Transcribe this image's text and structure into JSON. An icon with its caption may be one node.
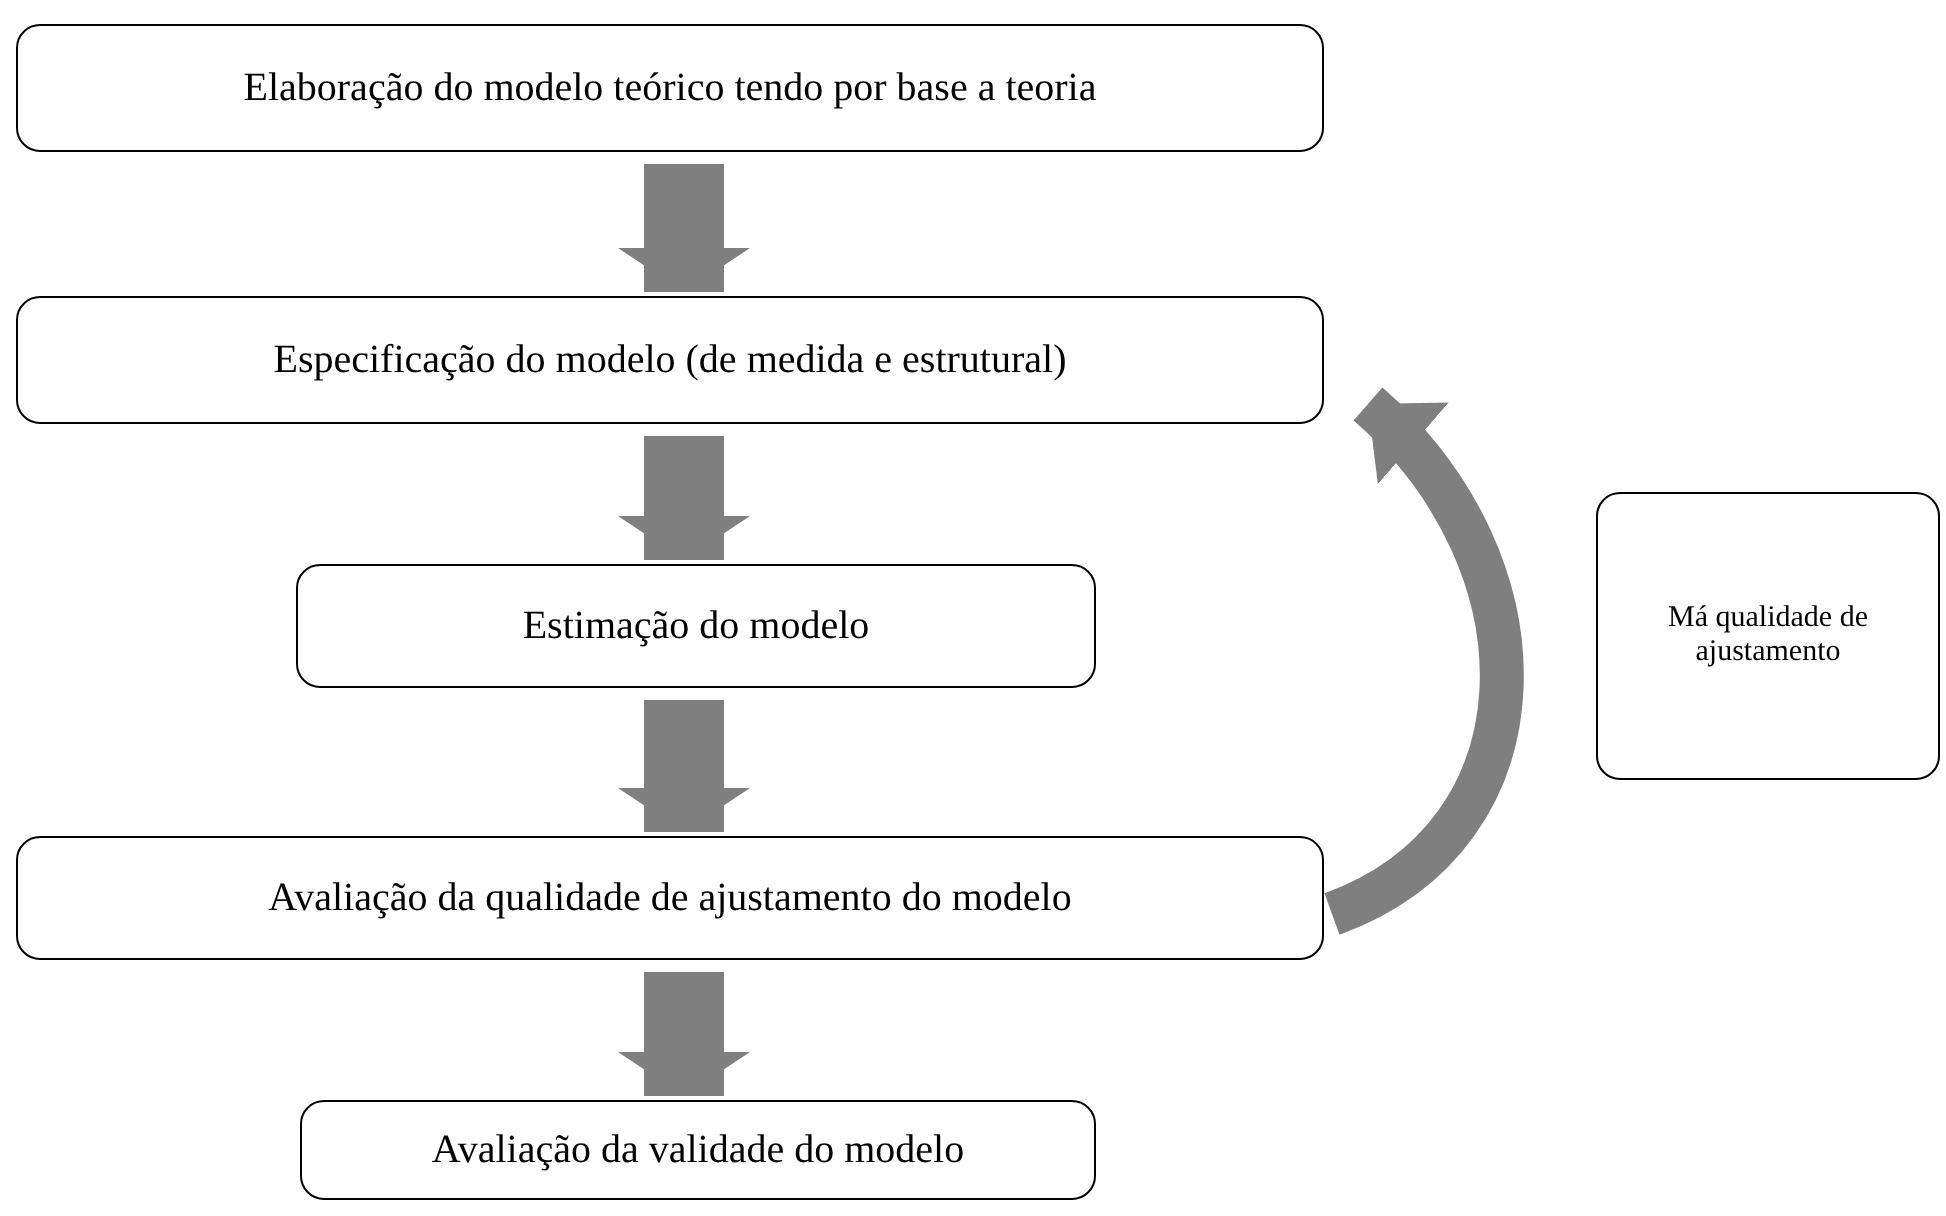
{
  "diagram": {
    "nodes": [
      {
        "text": [
          "Elaboração do modelo teórico tendo por base a teoria"
        ]
      },
      {
        "text": [
          "Especificação do modelo (de medida e estrutural)"
        ]
      },
      {
        "text": [
          "Estimação do modelo"
        ]
      },
      {
        "text": [
          "Avaliação da qualidade de ajustamento do modelo"
        ]
      },
      {
        "text": [
          "Avaliação da validade do modelo"
        ]
      },
      {
        "text": [
          "Má qualidade de ajustamento"
        ]
      }
    ],
    "edges": [
      {
        "from": 0,
        "to": 1,
        "arrow": "to"
      },
      {
        "from": 1,
        "to": 2,
        "arrow": "to"
      },
      {
        "from": 2,
        "to": 3,
        "arrow": "to"
      },
      {
        "from": 3,
        "to": 4,
        "arrow": "to"
      },
      {
        "from": 3,
        "to": 1,
        "arrow": "to"
      }
    ]
  }
}
